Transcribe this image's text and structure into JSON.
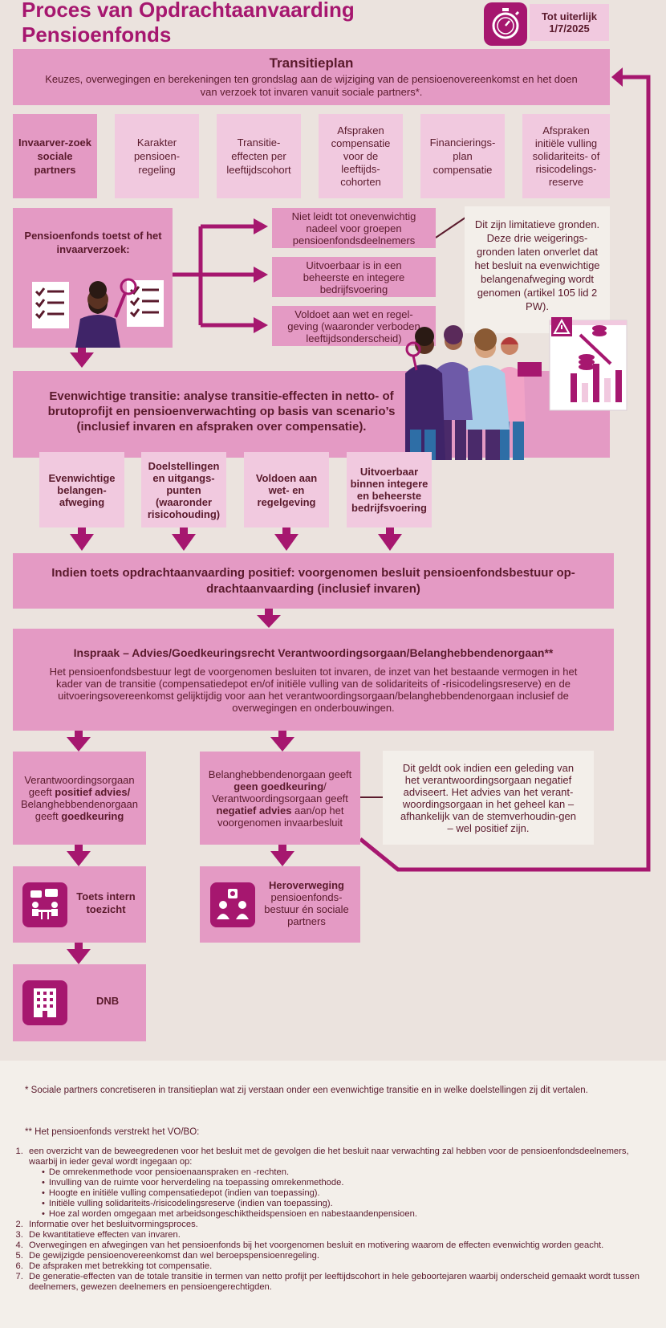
{
  "header": {
    "title": "Proces van Opdrachtaanvaarding Pensioenfonds",
    "deadline_line1": "Tot uiterlijk",
    "deadline_line2": "1/7/2025"
  },
  "transitieplan": {
    "title": "Transitieplan",
    "text": "Keuzes, overwegingen en berekeningen ten grondslag aan de wijziging van de pensioenovereenkomst en het doen van verzoek tot invaren vanuit sociale partners*."
  },
  "plan_items": [
    "Invaarver-zoek sociale partners",
    "Karakter pensioen-regeling",
    "Transitie-effecten per leeftijdscohort",
    "Afspraken compensatie voor de leeftijds-cohorten",
    "Financierings-plan compensatie",
    "Afspraken initiële vulling solidariteits- of risicodelings-reserve"
  ],
  "toets": {
    "title": "Pensioenfonds toetst of het invaarverzoek:",
    "criteria": [
      "Niet leidt tot onevenwichtig nadeel voor groepen pensioenfondsdeelnemers",
      "Uitvoerbaar is in een beheerste en integere bedrijfsvoering",
      "Voldoet aan wet en regel-geving  (waaronder verboden leeftijdsonderscheid)"
    ],
    "note": "Dit zijn limitatieve gronden. Deze drie weigerings-gronden laten onverlet dat het besluit na evenwichtige belangenafweging wordt genomen (artikel 105 lid 2 PW)."
  },
  "evenwichtig": {
    "title": "Evenwichtige transitie: analyse transitie-effecten in netto- of brutoprofijt en pensioenverwachting op basis van scenario’s (inclusief invaren en afspraken over compensatie).",
    "items": [
      "Evenwichtige belangen-afweging",
      "Doelstellingen en uitgangs-punten (waaronder risicohouding)",
      "Voldoen aan wet- en regelgeving",
      "Uitvoerbaar binnen integere en beheerste bedrijfsvoering"
    ]
  },
  "besluit": {
    "text": "Indien toets opdrachtaanvaarding positief: voorgenomen besluit pensioenfondsbestuur op-drachtaanvaarding (inclusief invaren)"
  },
  "inspraak": {
    "title": "Inspraak – Advies/Goedkeuringsrecht Verantwoordingsorgaan/Belanghebbendenorgaan**",
    "text": "Het pensioenfondsbestuur legt de voorgenomen besluiten tot invaren, de inzet van het bestaande vermogen in het kader van de transitie (compensatiedepot en/of initiële vulling van de solidariteits of -risicodelingsreserve) en de uitvoeringsovereenkomst gelijktijdig voor aan het verantwoordingsorgaan/belanghebbendenorgaan inclusief de overwegingen en onderbouwingen."
  },
  "positief": {
    "t1": "Verantwoordingsorgaan geeft ",
    "b1": "positief advies/",
    "t2": " Belanghebbendenorgaan geeft ",
    "b2": "goedkeuring"
  },
  "negatief": {
    "t1": "Belanghebbendenorgaan geeft ",
    "b1": "geen goedkeuring",
    "t2": "/ Verantwoordingsorgaan geeft ",
    "b2": "negatief advies",
    "t3": " aan/op het voorgenomen invaarbesluit"
  },
  "negatief_note": "Dit geldt ook indien een geleding van het verantwoordingsorgaan negatief adviseert. Het advies van het verant-woordingsorgaan in het geheel kan – afhankelijk van de stemverhoudin-gen – wel positief zijn.",
  "toets_intern": "Toets intern toezicht",
  "heroverweging": {
    "bold": "Heroverweging",
    "text": "pensioenfonds-bestuur én sociale partners"
  },
  "dnb": "DNB",
  "footnote1": "* Sociale partners concretiseren in transitieplan wat zij verstaan onder een evenwichtige transitie en in welke doelstellingen zij dit vertalen.",
  "footnote2_title": "** Het pensioenfonds verstrekt het VO/BO:",
  "footnote2_items": [
    "een overzicht van de beweegredenen voor het besluit met de gevolgen die het besluit naar verwachting zal hebben voor de pensioenfondsdeelnemers, waarbij in ieder geval wordt ingegaan op:",
    "Informatie over het besluitvormingsproces.",
    "De kwantitatieve effecten van invaren.",
    "Overwegingen en afwegingen van het pensioenfonds bij het voorgenomen besluit en motivering waarom de effecten evenwichtig worden geacht.",
    "De gewijzigde pensioenovereenkomst dan wel beroepspensioenregeling.",
    "De afspraken met betrekking tot compensatie.",
    "De generatie-effecten van de totale transitie in termen van netto profijt per leeftijdscohort in hele geboortejaren waarbij onderscheid gemaakt wordt tussen deelnemers, gewezen deelnemers en pensioengerechtigden."
  ],
  "footnote2_sub": [
    "De omrekenmethode voor pensioenaanspraken en -rechten.",
    "Invulling van de ruimte voor herverdeling na toepassing omrekenmethode.",
    "Hoogte en initiële vulling compensatiedepot (indien van toepassing).",
    "Initiële vulling solidariteits-/risicodelingsreserve (indien van toepassing).",
    "Hoe zal worden omgegaan met arbeidsongeschiktheidspensioen en nabestaandenpensioen."
  ],
  "colors": {
    "accent": "#a6176f",
    "box": "#e49ac4",
    "box_light": "#f1c9df",
    "note_bg": "#f3efea",
    "text": "#5a1a2c"
  }
}
